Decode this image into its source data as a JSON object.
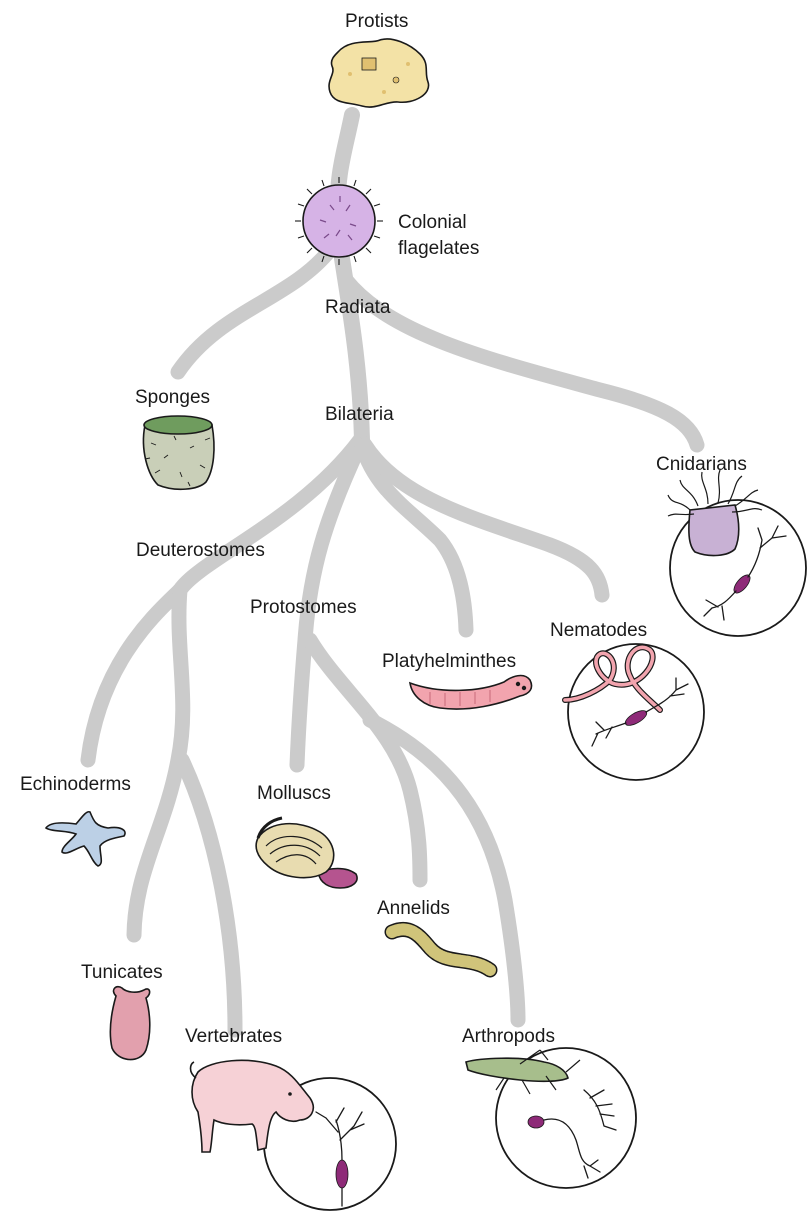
{
  "diagram": {
    "nodes": {
      "protists": "Protists",
      "colonial": [
        "Colonial",
        "flagelates"
      ],
      "radiata": "Radiata",
      "sponges": "Sponges",
      "bilateria": "Bilateria",
      "cnidarians": "Cnidarians",
      "deuterostomes": "Deuterostomes",
      "protostomes": "Protostomes",
      "nematodes": "Nematodes",
      "platyhelminthes": "Platyhelminthes",
      "echinoderms": "Echinoderms",
      "molluscs": "Molluscs",
      "annelids": "Annelids",
      "tunicates": "Tunicates",
      "vertebrates": "Vertebrates",
      "arthropods": "Arthropods"
    },
    "colors": {
      "branch": "#cbcbcb",
      "protist": "#f3e2a6",
      "colonial": "#d6b3e6",
      "sponge_body": "#c9cfb8",
      "sponge_top": "#6f9c5e",
      "cnidarian": "#c8b1d4",
      "worm_pink": "#f2a4ae",
      "starfish": "#bcd0e6",
      "mollusc_shell": "#e8dcb0",
      "mollusc_foot": "#b5548f",
      "annelid": "#d0c47a",
      "tunicate": "#e2a0ad",
      "pig": "#f6d1d6",
      "grasshopper": "#a7be8c",
      "neuron": "#8e2a78"
    }
  }
}
